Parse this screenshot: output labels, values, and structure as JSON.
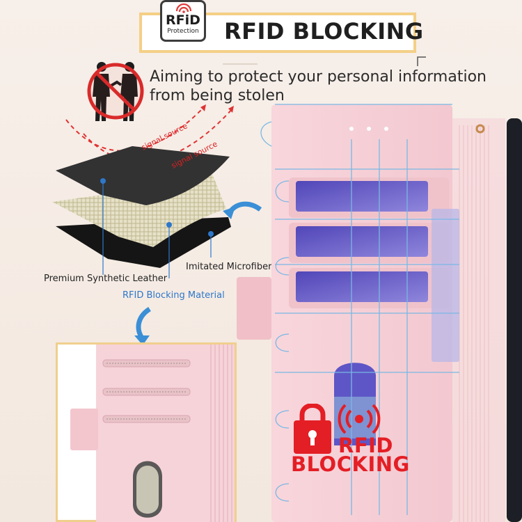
{
  "header": {
    "badge_top": "RFiD",
    "badge_sub": "Protection",
    "title": "RFID BLOCKING"
  },
  "headline": {
    "line1": "Aiming to protect your personal information",
    "line2": "from being stolen"
  },
  "signals": {
    "label_a": "signal source",
    "label_b": "signal source"
  },
  "layers": {
    "top": "Premium Synthetic Leather",
    "middle": "RFID Blocking Material",
    "bottom": "Imitated Microfiber"
  },
  "stamp": {
    "line1": "RFID",
    "line2": "BLOCKING"
  },
  "colors": {
    "accent_border": "#f4cf86",
    "leather_pink": "#f6cfd6",
    "guide_blue": "#6fb6e6",
    "arrow_blue": "#3a8fd6",
    "alert_red": "#e41e25"
  }
}
